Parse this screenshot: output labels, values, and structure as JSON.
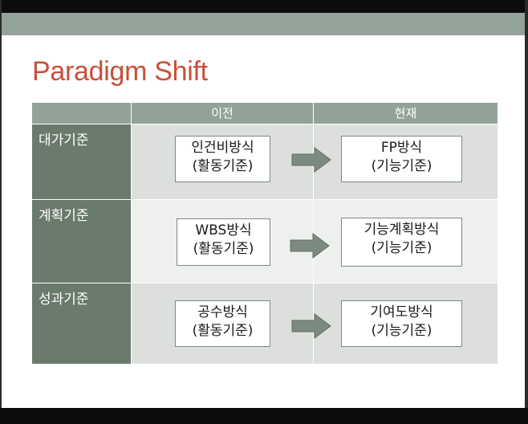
{
  "slide": {
    "title": "Paradigm Shift",
    "table": {
      "headers": [
        "",
        "이전",
        "현재"
      ],
      "rows": [
        {
          "label": "대가기준",
          "before": {
            "line1": "인건비방식",
            "line2": "(활동기준)"
          },
          "after": {
            "line1": "FP방식",
            "line2": "(기능기준)"
          }
        },
        {
          "label": "계획기준",
          "before": {
            "line1": "WBS방식",
            "line2": "(활동기준)"
          },
          "after": {
            "line1": "기능계획방식",
            "line2": "(기능기준)"
          }
        },
        {
          "label": "성과기준",
          "before": {
            "line1": "공수방식",
            "line2": "(활동기준)"
          },
          "after": {
            "line1": "기여도방식",
            "line2": "(기능기준)"
          }
        }
      ]
    }
  },
  "nav_controls": [
    {
      "icon": "prev-arrow-icon",
      "glyph": "◂"
    },
    {
      "icon": "pen-icon",
      "glyph": "✎"
    },
    {
      "icon": "menu-icon",
      "glyph": "▪"
    },
    {
      "icon": "next-arrow-icon",
      "glyph": "▸"
    }
  ],
  "colors": {
    "title": "#c8503a",
    "band": "#94a39a",
    "header": "#93a297",
    "label_cell": "#6a7a6c",
    "arrow_fill": "#7d8a80"
  }
}
